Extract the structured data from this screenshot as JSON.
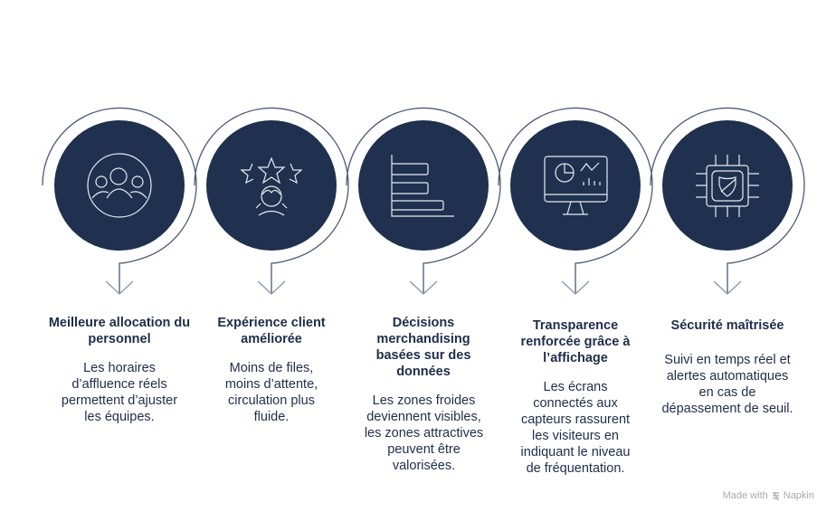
{
  "colors": {
    "disc": "#1f314f",
    "ring": "#4a5a75",
    "arrow_head": "#8a94a6",
    "icon_stroke": "#e8ebf0",
    "text": "#1e2d4a",
    "watermark": "#a8a8a8"
  },
  "steps": [
    {
      "title": "Meilleure allocation du personnel",
      "description": "Les horaires d’affluence réels permettent d’ajuster les équipes.",
      "icon": "people-group-icon"
    },
    {
      "title": "Expérience client améliorée",
      "description": "Moins de files, moins d’attente, circulation plus fluide.",
      "icon": "star-rating-customer-icon"
    },
    {
      "title": "Décisions merchandising basées sur des données",
      "description": "Les zones froides deviennent visibles, les zones attractives peuvent être valorisées.",
      "icon": "bar-chart-icon"
    },
    {
      "title": "Transparence renforcée grâce à l’affichage",
      "description": "Les écrans connectés aux capteurs rassurent les visiteurs en indiquant le niveau de fréquentation.",
      "icon": "monitor-dashboard-icon"
    },
    {
      "title": "Sécurité maîtrisée",
      "description": "Suivi en temps réel et alertes automatiques en cas de dépassement de seuil.",
      "icon": "chip-shield-icon"
    }
  ],
  "watermark": {
    "prefix": "Made with",
    "brand": "Napkin"
  }
}
